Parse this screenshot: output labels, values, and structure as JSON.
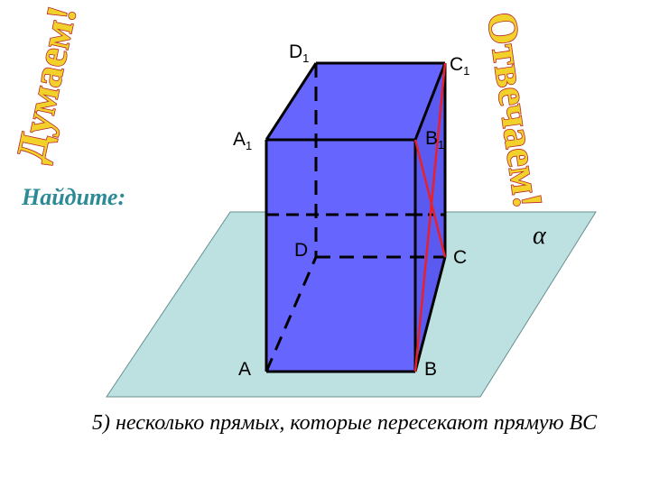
{
  "word_art": {
    "left": "Думаем!",
    "right": "Отвечаем!"
  },
  "task": {
    "heading": "Найдите:",
    "text": "5) несколько  прямых,  которые  пересекают  прямую  BC"
  },
  "plane": {
    "label": "α",
    "fill": "#bde0e0"
  },
  "vertices": {
    "A": "A",
    "B": "B",
    "C": "C",
    "D": "D",
    "A1": "A",
    "B1": "B",
    "C1": "C",
    "D1": "D",
    "subscript": "1"
  },
  "colors": {
    "box_fill": "#6666ff",
    "edge": "#000000",
    "highlight": "#e8202a",
    "heading": "#2c8a96"
  }
}
